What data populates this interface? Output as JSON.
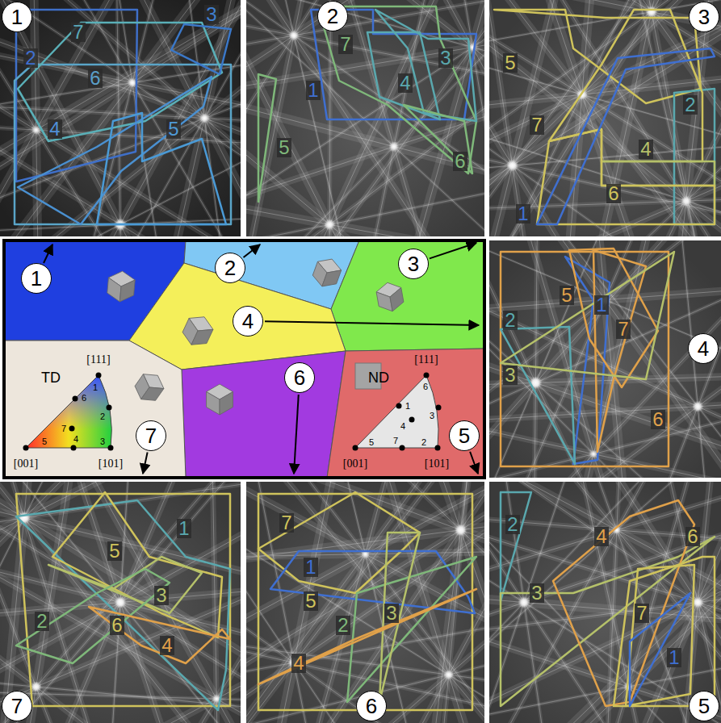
{
  "diagram": {
    "nodes": [
      {
        "text": [
          "1"
        ]
      },
      {
        "text": [
          "2"
        ]
      },
      {
        "text": [
          "3"
        ]
      },
      {
        "text": [
          "1"
        ]
      },
      {
        "text": [
          "2"
        ]
      },
      {
        "text": [
          "3"
        ]
      },
      {
        "text": [
          "4"
        ]
      },
      {
        "text": [
          "4"
        ]
      },
      {
        "text": [
          "7"
        ]
      },
      {
        "text": [
          "6"
        ]
      },
      {
        "text": [
          "5"
        ]
      },
      {
        "text": [
          "7"
        ]
      },
      {
        "text": [
          "6"
        ]
      },
      {
        "text": [
          "5"
        ]
      }
    ],
    "labels": [
      "3",
      "7",
      "2",
      "6",
      "4",
      "5",
      "7",
      "3",
      "1",
      "4",
      "5",
      "6",
      "5",
      "2",
      "7",
      "4",
      "6",
      "1",
      "[111]",
      "TD",
      "1",
      "6",
      "2",
      "7",
      "5",
      "4",
      "3",
      "[001]",
      "[101]",
      "[111]",
      "ND",
      "6",
      "1",
      "3",
      "4",
      "5",
      "7",
      "2",
      "[001]",
      "[101]",
      "5",
      "1",
      "7",
      "2",
      "3",
      "6",
      "1",
      "5",
      "3",
      "2",
      "6",
      "4",
      "7",
      "1",
      "5",
      "2",
      "3",
      "4",
      "2",
      "4",
      "6",
      "3",
      "7",
      "1"
    ]
  }
}
